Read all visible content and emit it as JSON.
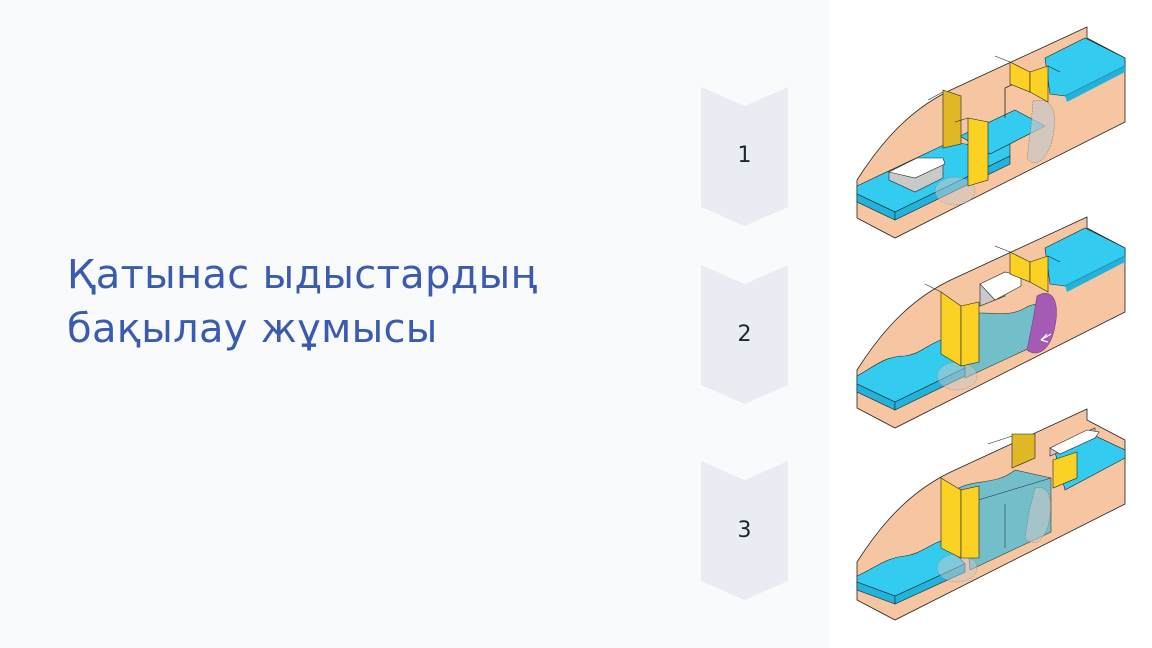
{
  "slide": {
    "title_lines": [
      "Қатынас ыдыстардың",
      "бақылау жұмысы"
    ],
    "title_color": "#3a5bb0",
    "background_left": "#f8fafc",
    "background_right": "#ffffff"
  },
  "steps": [
    {
      "number": "1",
      "fill": "#e9ecf3"
    },
    {
      "number": "2",
      "fill": "#e9ecf3"
    },
    {
      "number": "3",
      "fill": "#e9ecf3"
    }
  ],
  "diagrams": [
    {
      "name": "lock-stage-1",
      "description": "Canal lock: boat in lower reach, lower gates closed, upper gates closed"
    },
    {
      "name": "lock-stage-2",
      "description": "Canal lock: boat inside chamber, water flowing in via culvert"
    },
    {
      "name": "lock-stage-3",
      "description": "Canal lock: chamber filled to upper level, upper gate open, boat exiting"
    }
  ],
  "colors": {
    "earth": "#f6c6a2",
    "water": "#33ccf0",
    "water_dark": "#22b3dd",
    "chamber_water": "#5bbdd0",
    "gate": "#fbd223",
    "gate_dark": "#e0b826",
    "boat": "#ffffff",
    "boat_side": "#c9c9c9",
    "culvert": "#c8c8c8",
    "culvert_active": "#a35bb3"
  }
}
